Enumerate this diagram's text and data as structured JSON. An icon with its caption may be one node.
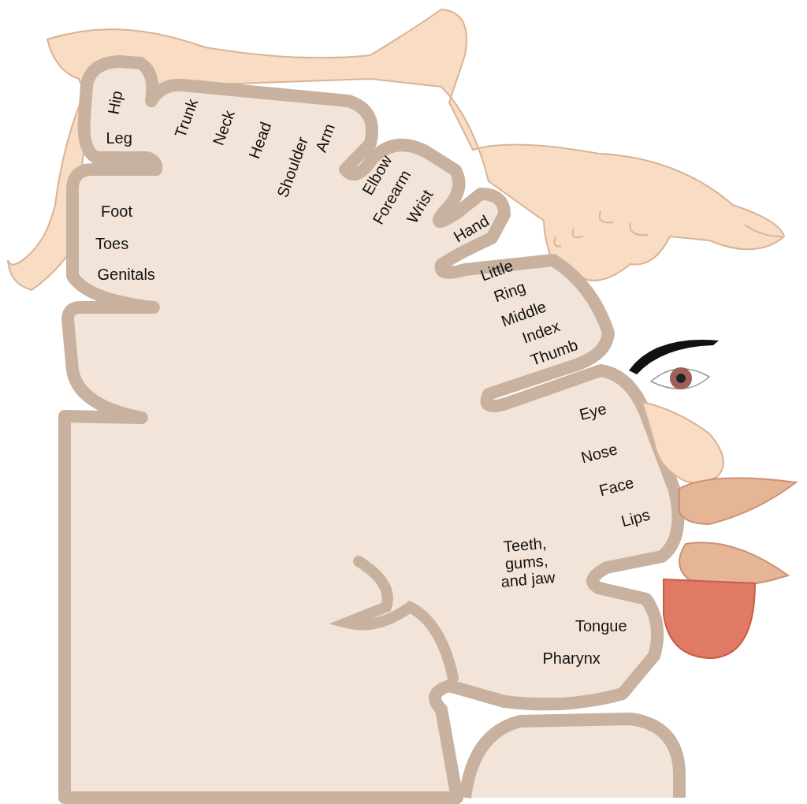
{
  "diagram": {
    "labels": [
      "Hip",
      "Leg",
      "Trunk",
      "Neck",
      "Head",
      "Shoulder",
      "Arm",
      "Elbow",
      "Forearm",
      "Wrist",
      "Hand",
      "Foot",
      "Toes",
      "Genitals",
      "Little",
      "Ring",
      "Middle",
      "Index",
      "Thumb",
      "Eye",
      "Nose",
      "Face",
      "Lips",
      "Teeth, gums, and jaw",
      "Tongue",
      "Pharynx"
    ]
  }
}
